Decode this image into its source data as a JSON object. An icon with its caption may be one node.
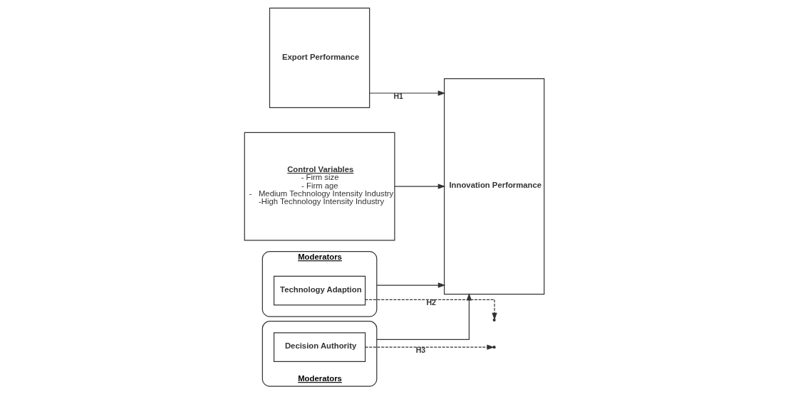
{
  "diagram": {
    "nodes": [
      {
        "text": [
          "Export Performance"
        ]
      },
      {
        "text": [
          "Moderators"
        ]
      },
      {
        "text": [
          "Technology Adaption"
        ],
        "in": 1
      },
      {
        "text": [
          "Control Variables",
          "- Firm size",
          "- Firm age",
          "-   Medium Technology Intensity Industry",
          "-High Technology Intensity Industry"
        ]
      },
      {
        "text": [
          "Moderators"
        ]
      },
      {
        "text": [
          "Decision Authority"
        ],
        "in": 4
      },
      {
        "text": [
          "Innovation Performance"
        ]
      }
    ],
    "edges": [
      {
        "from": 0,
        "to": 6,
        "arrow": "to",
        "label": "H1"
      },
      {
        "from": 1,
        "to": 6,
        "arrow": "to"
      },
      {
        "from": 2,
        "to": null,
        "arrow": "to",
        "label": "H2",
        "style": "dashed"
      },
      {
        "from": 5,
        "to": null,
        "arrow": "to",
        "label": "H3",
        "style": "dashed"
      },
      {
        "from": 4,
        "to": 6,
        "arrow": "to"
      },
      {
        "from": 3,
        "to": 6,
        "arrow": "to"
      }
    ]
  }
}
